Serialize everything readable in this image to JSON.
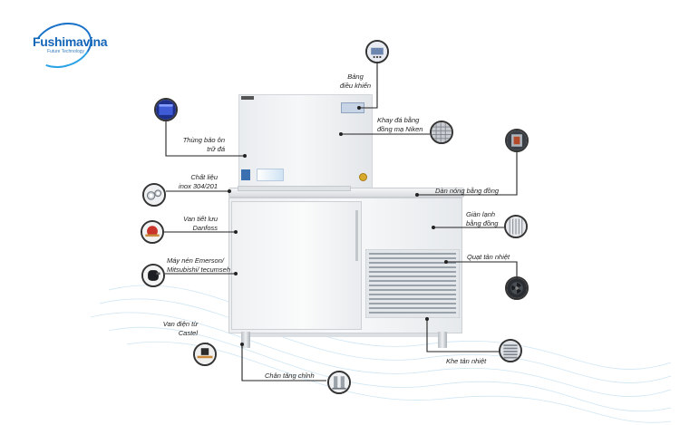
{
  "brand": {
    "name": "Fushimavina",
    "tagline": "Future Technology"
  },
  "labels": {
    "control_panel": "Bảng\nđiều khiển",
    "ice_tray": "Khay đá bằng\nđồng mạ Niken",
    "ice_bin": "Thùng bảo ôn\ntrữ đá",
    "material": "Chất liệu\ninox 304/201",
    "condenser": "Dàn nóng bằng đồng",
    "expansion_valve": "Van tiết lưu\nDanfoss",
    "evaporator": "Giàn lạnh\nbằng đồng",
    "compressor": "Máy nén Emerson/\nMitsubishi/ tecumseh",
    "cooling_fan": "Quạt tản nhiệt",
    "solenoid_valve": "Van điện từ\nCastel",
    "heat_vent": "Khe tản nhiệt",
    "leveling_feet": "Chân tăng chỉnh"
  },
  "colors": {
    "accent_blue": "#1a73c9",
    "steel_light": "#eef0f2",
    "steel_mid": "#d9dde1",
    "line": "#222222"
  }
}
